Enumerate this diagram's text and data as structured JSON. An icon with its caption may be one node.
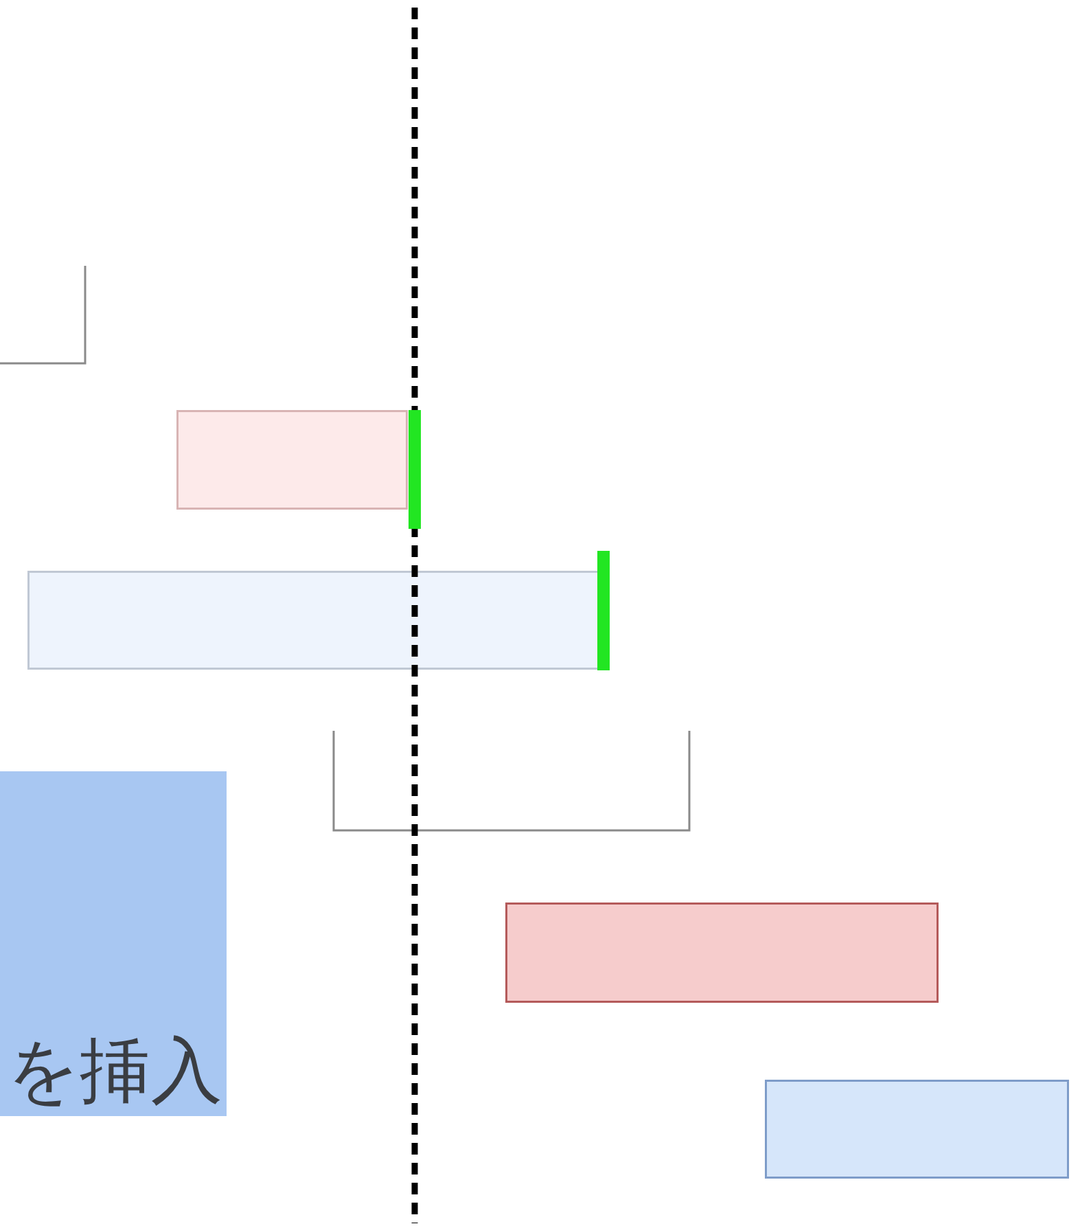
{
  "diagram": {
    "nodes": [
      {
        "text": [],
        "shape": "bar"
      },
      {
        "text": [],
        "shape": "bar"
      },
      {
        "text": [
          "を挿入"
        ]
      },
      {
        "text": [],
        "shape": "bar"
      },
      {
        "text": [],
        "shape": "bar"
      }
    ]
  }
}
